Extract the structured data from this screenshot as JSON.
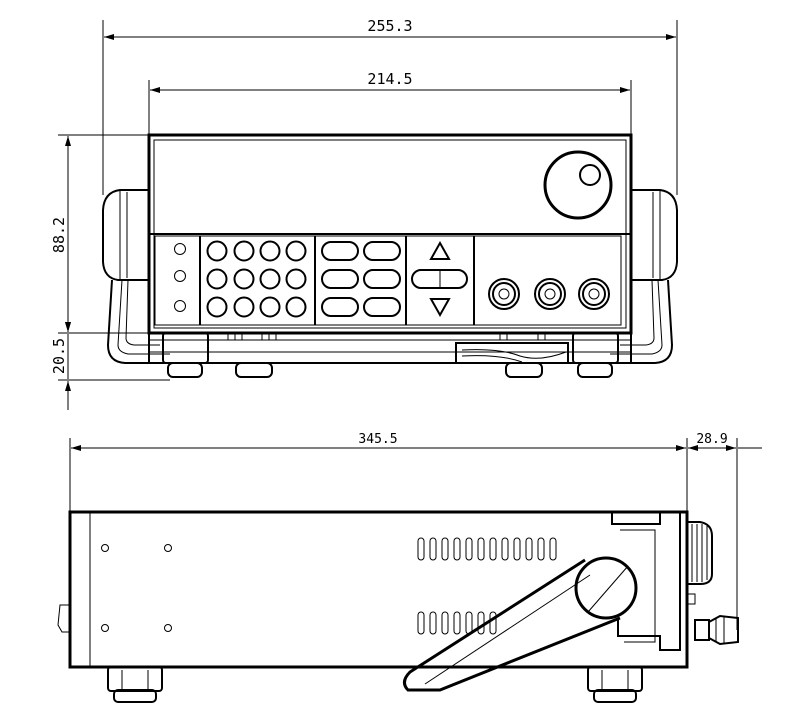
{
  "front_view": {
    "overall_width": "255.3",
    "panel_width": "214.5",
    "body_height": "88.2",
    "foot_height": "20.5"
  },
  "side_view": {
    "depth": "345.5",
    "front_protrusion": "28.9"
  }
}
